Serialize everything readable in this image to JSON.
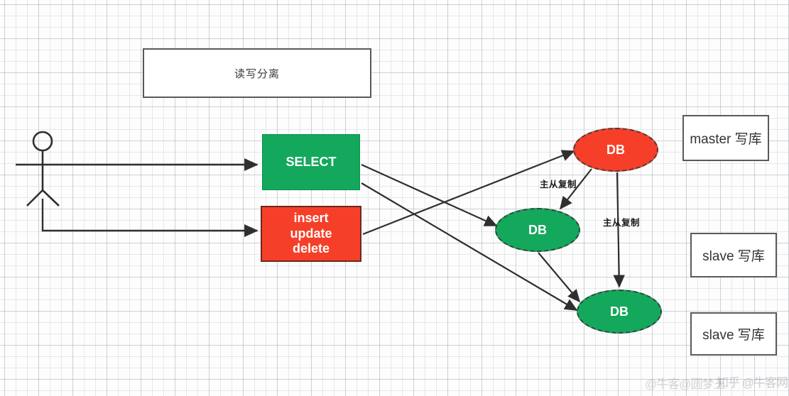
{
  "diagram": {
    "title_box": {
      "label": "读写分离"
    },
    "actor": {
      "name": "user-actor"
    },
    "processes": [
      {
        "id": "select",
        "label": "SELECT",
        "color": "#13a85c"
      },
      {
        "id": "write",
        "label": "insert\nupdate\ndelete",
        "line1": "insert",
        "line2": "update",
        "line3": "delete",
        "color": "#f63f28"
      }
    ],
    "databases": [
      {
        "id": "db-master",
        "label": "DB",
        "color": "#f63f28",
        "role": "master"
      },
      {
        "id": "db-slave-1",
        "label": "DB",
        "color": "#13a85c",
        "role": "slave"
      },
      {
        "id": "db-slave-2",
        "label": "DB",
        "color": "#13a85c",
        "role": "slave"
      }
    ],
    "side_labels": [
      {
        "id": "master-label",
        "text": "master 写库"
      },
      {
        "id": "slave-label-1",
        "text": "slave 写库"
      },
      {
        "id": "slave-label-2",
        "text": "slave 写库"
      }
    ],
    "edge_labels": [
      {
        "id": "replication-1",
        "text": "主从复制"
      },
      {
        "id": "replication-2",
        "text": "主从复制"
      }
    ],
    "watermark": {
      "text": "知乎 @牛客网",
      "overlay": "@牛客@圆梦王"
    }
  }
}
